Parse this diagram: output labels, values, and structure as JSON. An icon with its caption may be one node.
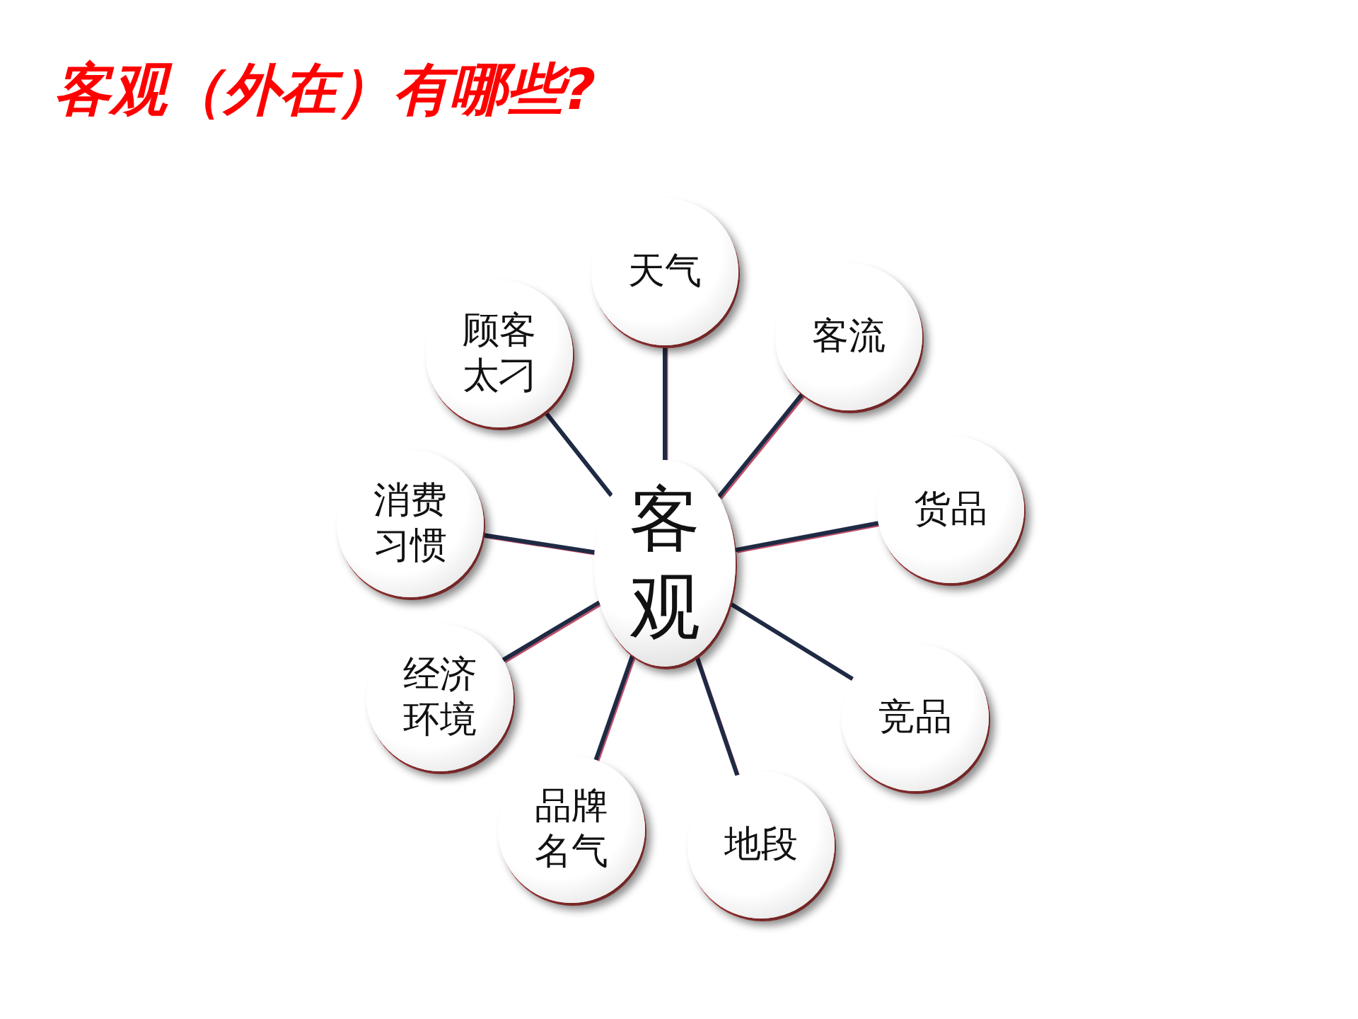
{
  "diagram": {
    "title": "客观（外在）有哪些?",
    "nodes": [
      {
        "text": [
          "客观"
        ]
      },
      {
        "text": [
          "天气"
        ]
      },
      {
        "text": [
          "客流"
        ]
      },
      {
        "text": [
          "货品"
        ]
      },
      {
        "text": [
          "竞品"
        ]
      },
      {
        "text": [
          "地段"
        ]
      },
      {
        "text": [
          "品牌名气"
        ]
      },
      {
        "text": [
          "经济环境"
        ]
      },
      {
        "text": [
          "消费习惯"
        ]
      },
      {
        "text": [
          "顾客太刁"
        ]
      }
    ],
    "edges": [
      {
        "from": 0,
        "to": 1,
        "arrow": "none"
      },
      {
        "from": 0,
        "to": 2,
        "arrow": "none"
      },
      {
        "from": 0,
        "to": 3,
        "arrow": "none"
      },
      {
        "from": 0,
        "to": 4,
        "arrow": "none"
      },
      {
        "from": 0,
        "to": 5,
        "arrow": "none"
      },
      {
        "from": 0,
        "to": 6,
        "arrow": "none"
      },
      {
        "from": 0,
        "to": 7,
        "arrow": "none"
      },
      {
        "from": 0,
        "to": 8,
        "arrow": "none"
      },
      {
        "from": 0,
        "to": 9,
        "arrow": "none"
      }
    ]
  }
}
